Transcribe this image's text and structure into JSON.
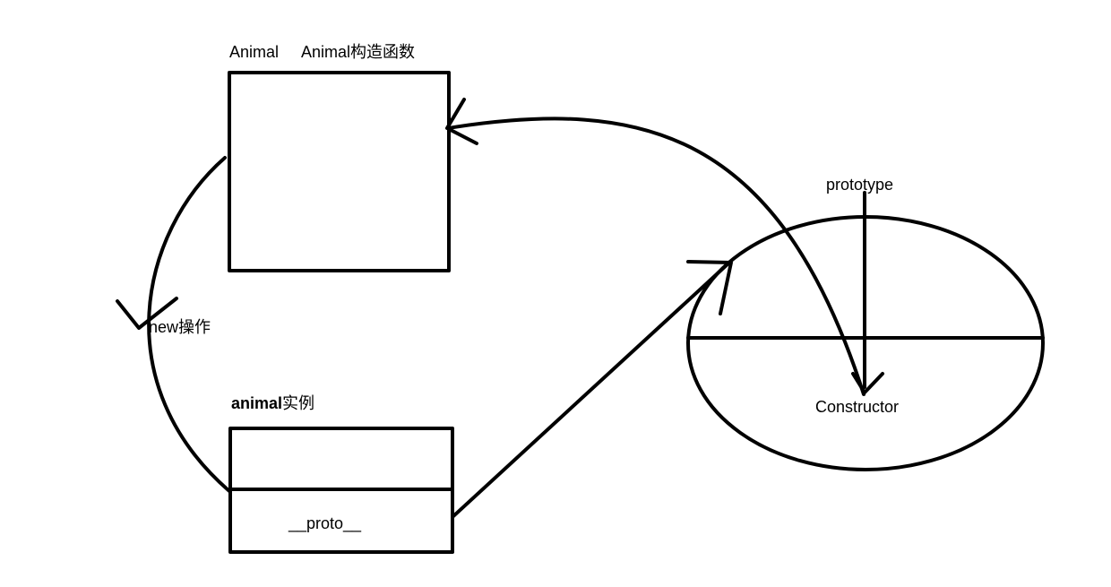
{
  "constructor_box": {
    "label_left": "Animal",
    "label_right": "Animal构造函数"
  },
  "instance_box": {
    "label_bold": "animal",
    "label_suffix": "实例",
    "proto_label": "__proto__"
  },
  "new_edge": {
    "label": "new操作"
  },
  "prototype_ellipse": {
    "top_label": "prototype",
    "constructor_label": "Constructor"
  },
  "colors": {
    "ink": "#000000",
    "background": "#ffffff"
  }
}
